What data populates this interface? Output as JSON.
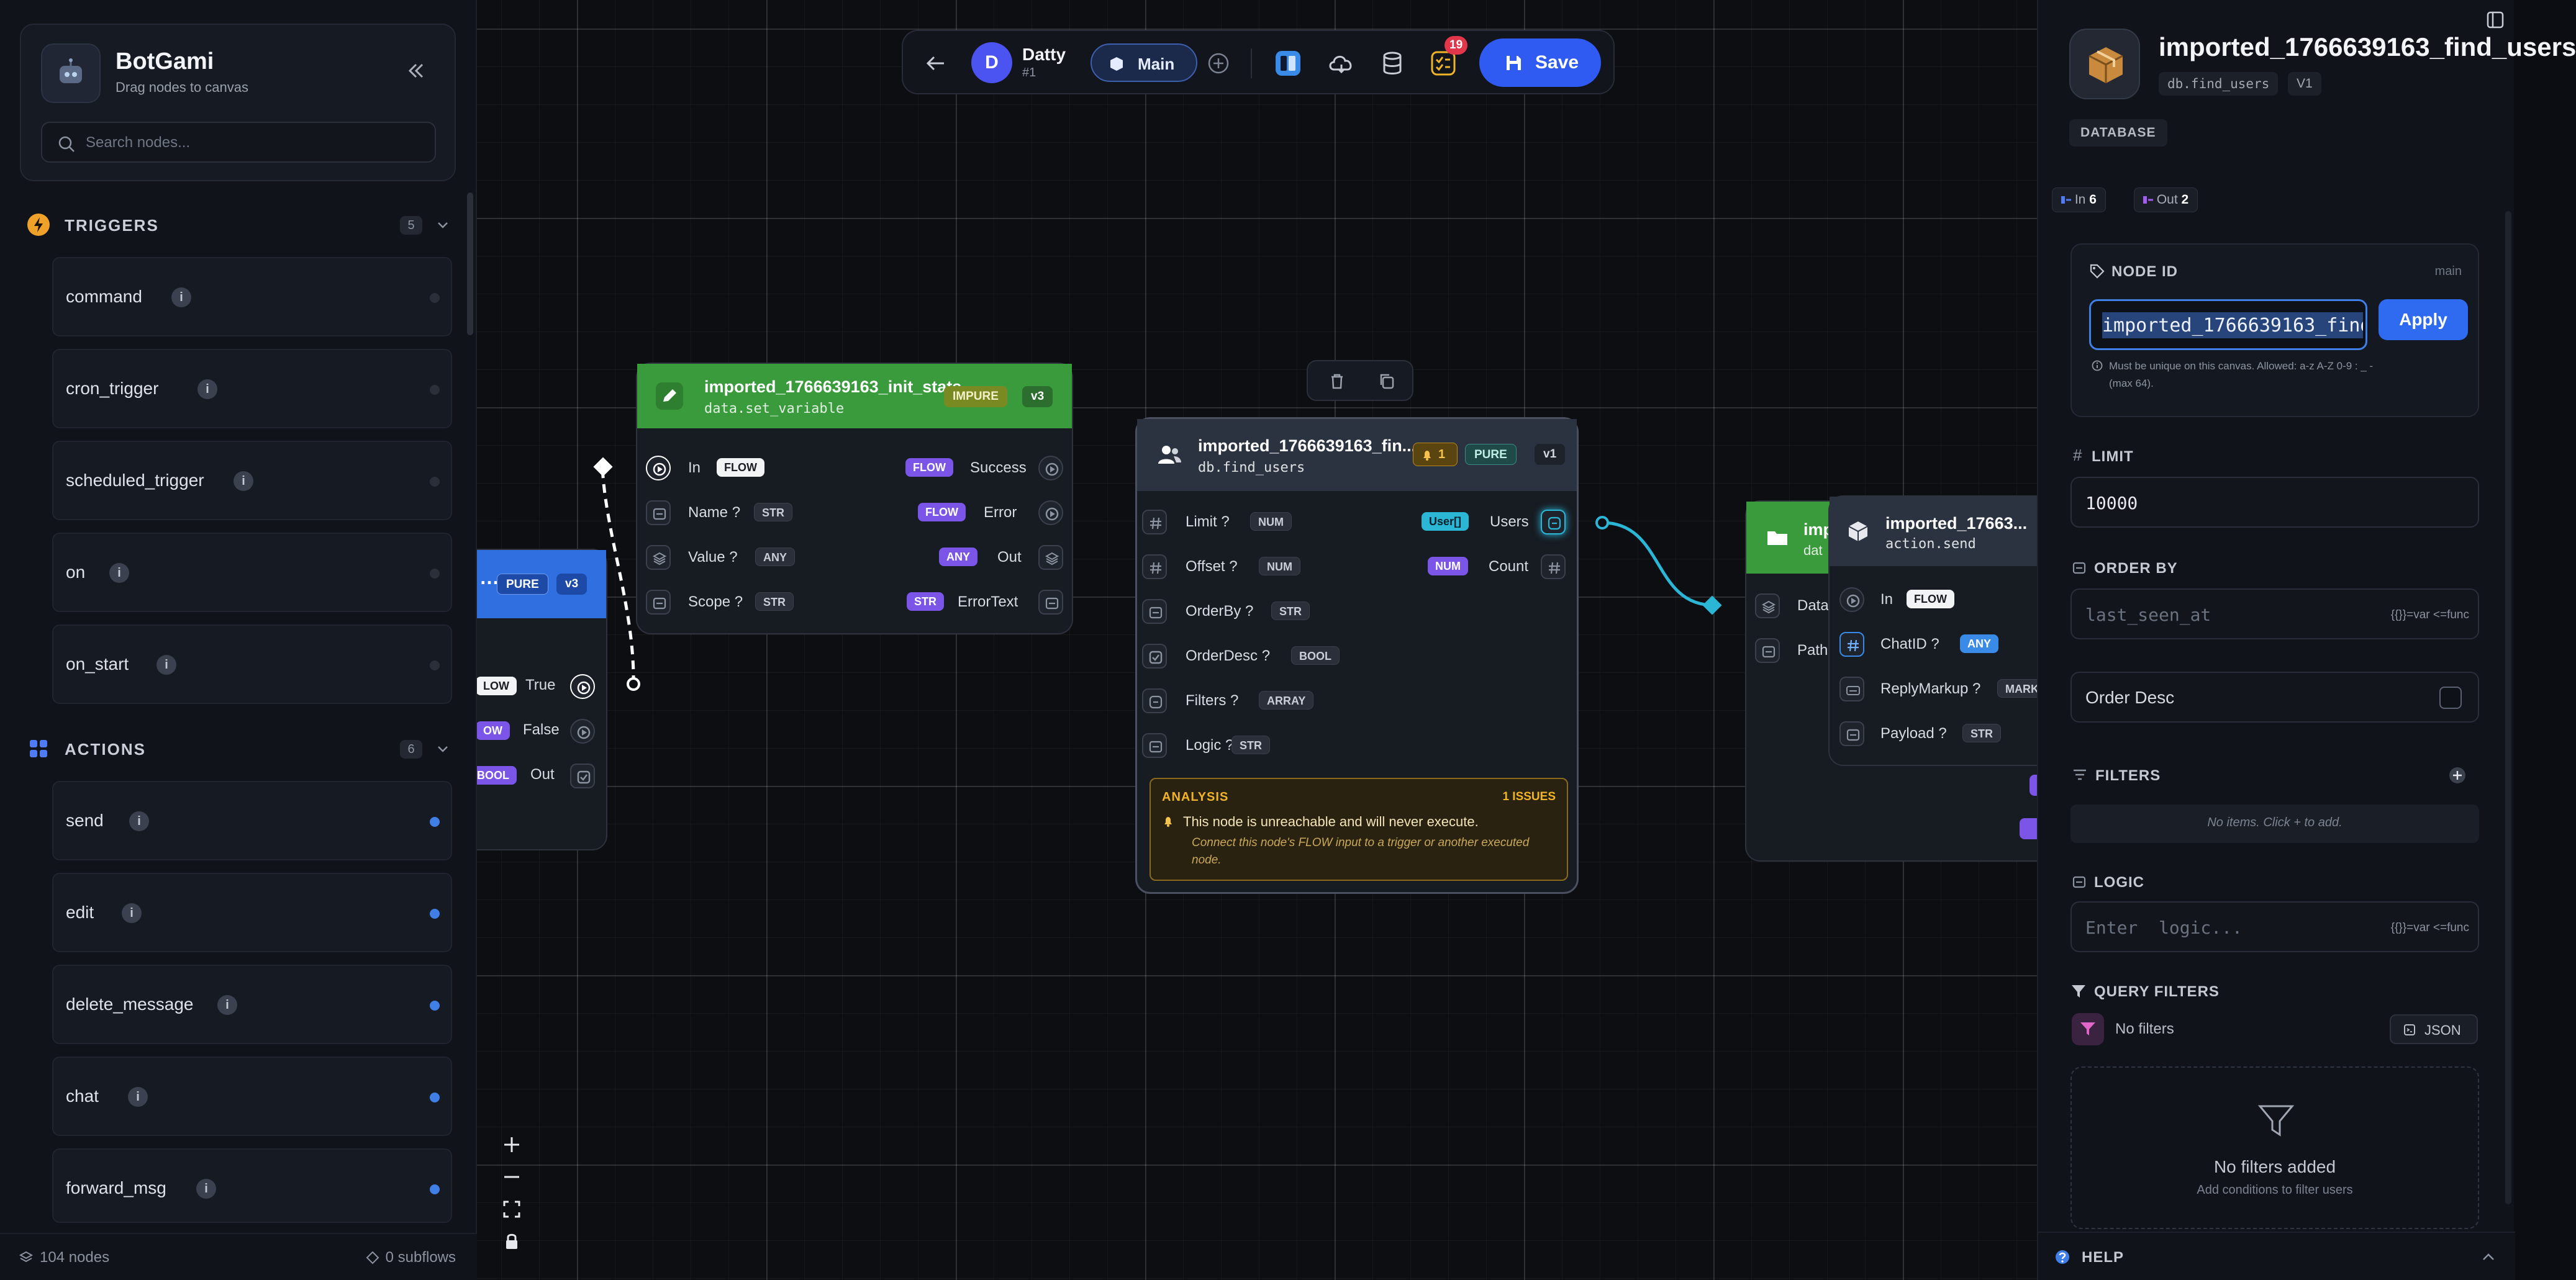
{
  "sidebar": {
    "title": "BotGami",
    "subtitle": "Drag nodes to canvas",
    "search_placeholder": "Search nodes...",
    "sections": [
      {
        "label": "TRIGGERS",
        "count": "5",
        "color": "#f0a12a",
        "items": [
          "command",
          "cron_trigger",
          "scheduled_trigger",
          "on",
          "on_start"
        ]
      },
      {
        "label": "ACTIONS",
        "count": "6",
        "color": "#4f7cf2",
        "items": [
          "send",
          "edit",
          "delete_message",
          "chat",
          "forward_msg"
        ]
      }
    ],
    "footer": {
      "nodes": "104 nodes",
      "subflows": "0 subflows"
    }
  },
  "toolbar": {
    "bot_initial": "D",
    "bot_name": "Datty",
    "bot_id": "#1",
    "branch": "Main",
    "badge": "19",
    "save_label": "Save"
  },
  "nodes": {
    "left_partial": {
      "badge": "PURE",
      "version": "v3",
      "menu": "…",
      "outputs": [
        {
          "chip": "LOW",
          "label": "True"
        },
        {
          "chip": "OW",
          "label": "False"
        },
        {
          "chip": "BOOL",
          "label": "Out"
        }
      ]
    },
    "init_stats": {
      "title": "imported_1766639163_init_stats",
      "subtitle": "data.set_variable",
      "badge": "IMPURE",
      "version": "v3",
      "inputs": [
        {
          "label": "In",
          "chip": "FLOW"
        },
        {
          "label": "Name ?",
          "chip": "STR"
        },
        {
          "label": "Value ?",
          "chip": "ANY"
        },
        {
          "label": "Scope ?",
          "chip": "STR"
        }
      ],
      "outputs": [
        {
          "label": "Success",
          "chip": "FLOW"
        },
        {
          "label": "Error",
          "chip": "FLOW"
        },
        {
          "label": "Out",
          "chip": "ANY"
        },
        {
          "label": "ErrorText",
          "chip": "STR"
        }
      ]
    },
    "find_users": {
      "title": "imported_1766639163_fin...",
      "subtitle": "db.find_users",
      "issues": "1",
      "badge": "PURE",
      "version": "v1",
      "inputs": [
        {
          "label": "Limit ?",
          "chip": "NUM"
        },
        {
          "label": "Offset ?",
          "chip": "NUM"
        },
        {
          "label": "OrderBy ?",
          "chip": "STR"
        },
        {
          "label": "OrderDesc ?",
          "chip": "BOOL"
        },
        {
          "label": "Filters ?",
          "chip": "ARRAY"
        },
        {
          "label": "Logic ?",
          "chip": "STR"
        }
      ],
      "outputs": [
        {
          "label": "Users",
          "chip": "User[]"
        },
        {
          "label": "Count",
          "chip": "NUM"
        }
      ],
      "analysis": {
        "title": "ANALYSIS",
        "count": "1 ISSUES",
        "message": "This node is unreachable and will never execute.",
        "hint_line1": "Connect this node's FLOW input to a trigger or another executed",
        "hint_line2": "node."
      }
    },
    "send_partial": {
      "title": "imported_17663...",
      "subtitle": "action.send",
      "inputs": [
        {
          "label": "In",
          "chip": "FLOW"
        },
        {
          "label": "ChatID ?",
          "chip": "ANY"
        },
        {
          "label": "ReplyMarkup ?",
          "chip": "MARK"
        },
        {
          "label": "Payload ?",
          "chip": "STR"
        }
      ]
    },
    "behind_partial": {
      "title": "imp",
      "subtitle": "dat",
      "rows": [
        "Data",
        "Path"
      ]
    }
  },
  "panel": {
    "title": "imported_1766639163_find_users",
    "op": "db.find_users",
    "version": "V1",
    "category": "DATABASE",
    "in_label": "In",
    "in_count": "6",
    "out_label": "Out",
    "out_count": "2",
    "node_id_label": "NODE ID",
    "node_id_scope": "main",
    "node_id_value": "imported_1766639163_find_users",
    "apply_label": "Apply",
    "node_id_hint_line1": "Must be unique on this canvas. Allowed: a-z A-Z 0-9 : _ -",
    "node_id_hint_line2": "(max 64).",
    "limit_label": "LIMIT",
    "limit_value": "10000",
    "orderby_label": "ORDER BY",
    "orderby_placeholder": "last_seen_at",
    "expr_hint": "{{}}=var <=func",
    "orderdesc_label": "Order Desc",
    "filters_label": "FILTERS",
    "filters_empty": "No items. Click + to add.",
    "logic_label": "LOGIC",
    "logic_placeholder": "Enter  logic...",
    "query_filters_label": "QUERY FILTERS",
    "no_filters": "No filters",
    "json_label": "JSON",
    "no_filters_added": "No filters added",
    "no_filters_hint": "Add conditions to filter users",
    "help_label": "HELP"
  }
}
